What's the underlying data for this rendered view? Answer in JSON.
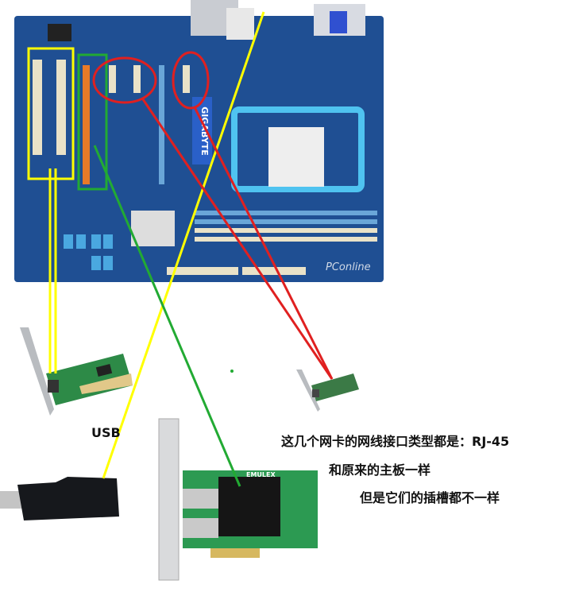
{
  "labels": {
    "usb": "USB",
    "line1": "这几个网卡的网线接口类型都是：RJ-45",
    "line2": "和原来的主板一样",
    "line3": "但是它们的插槽都不一样"
  },
  "photo_text": {
    "board_brand": "GIGABYTE",
    "card_brand": "EMULEX",
    "watermark": "PConline"
  },
  "colors": {
    "pci_highlight": "#ffff00",
    "pcie_x16_highlight": "#22aa33",
    "pcie_x1_highlight": "#e02020",
    "board": "#1f4f93"
  }
}
